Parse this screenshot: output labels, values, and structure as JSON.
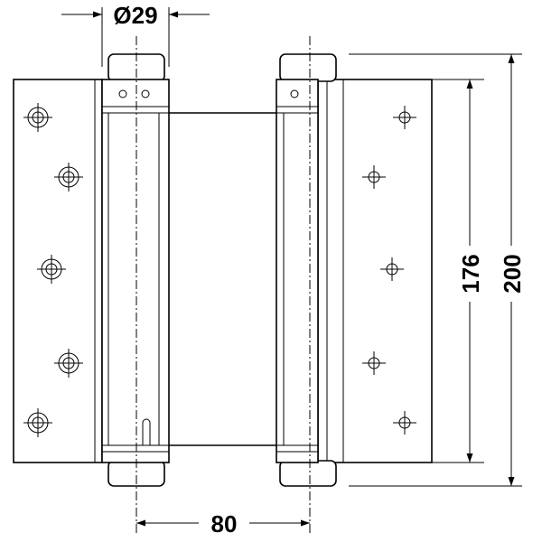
{
  "dimensions": {
    "diameter": "Ø29",
    "width": "80",
    "inner_height": "176",
    "overall_height": "200"
  },
  "colors": {
    "line": "#000000",
    "background": "#ffffff"
  }
}
